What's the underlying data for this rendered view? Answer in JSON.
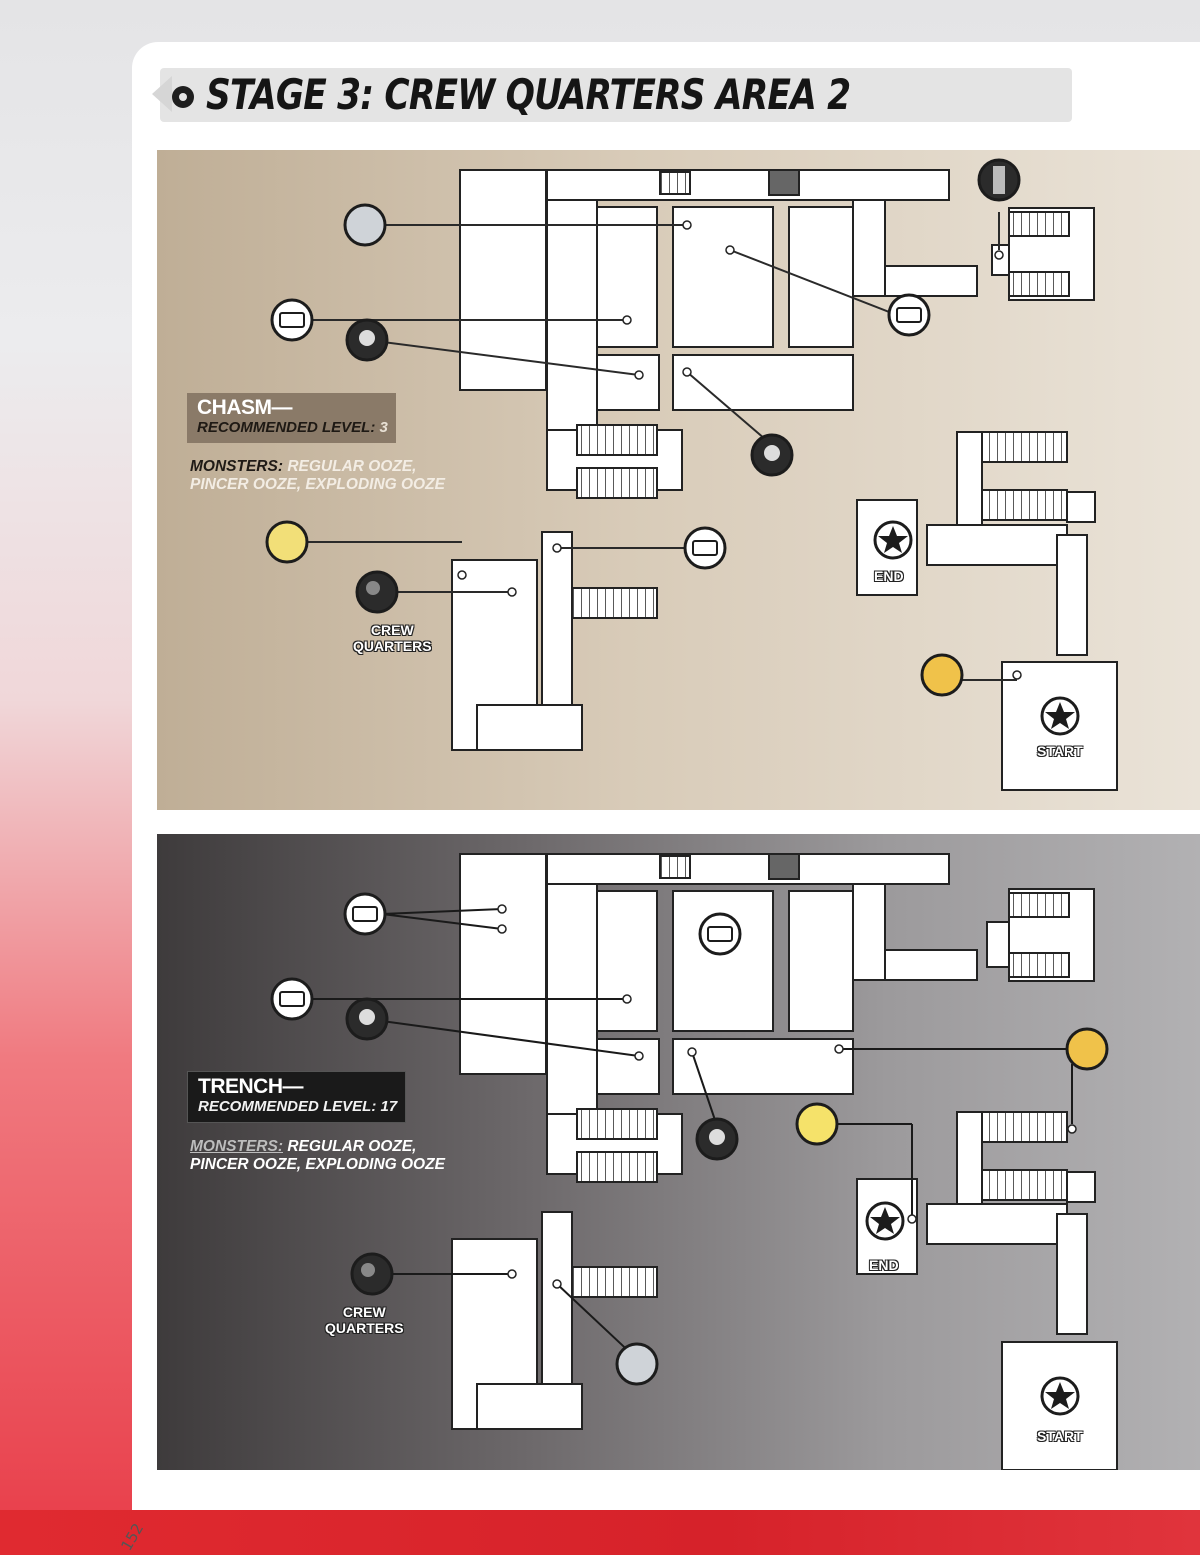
{
  "page": {
    "title": "STAGE 3: CREW QUARTERS AREA 2",
    "page_number": "152"
  },
  "maps": [
    {
      "name": "CHASM—",
      "level_label": "RECOMMENDED LEVEL:",
      "level": "3",
      "monsters_label": "MONSTERS:",
      "monsters_line1": "REGULAR OOZE,",
      "monsters_line2": "PINCER OOZE, EXPLODING OOZE",
      "crew_line1": "CREW",
      "crew_line2": "QUARTERS",
      "end_label": "END",
      "start_label": "START"
    },
    {
      "name": "TRENCH—",
      "level_label": "RECOMMENDED LEVEL:",
      "level": "17",
      "monsters_label": "MONSTERS:",
      "monsters_line1": "REGULAR OOZE,",
      "monsters_line2": "PINCER OOZE, EXPLODING OOZE",
      "crew_line1": "CREW",
      "crew_line2": "QUARTERS",
      "end_label": "END",
      "start_label": "START"
    }
  ],
  "icons": {
    "silver_coin": "silver-coin-icon",
    "gold_coin": "gold-coin-icon",
    "treasure_chest": "treasure-chest-icon",
    "plant": "plant-icon",
    "key": "key-icon",
    "pillar": "pillar-icon",
    "star": "star-icon"
  },
  "colors": {
    "accent_red": "#e02a30",
    "chasm_bg": "#cfc1ad",
    "trench_bg": "#6c686a",
    "room_fill": "#ffffff",
    "gold": "#f2c94c",
    "silver": "#cfd3d8"
  }
}
